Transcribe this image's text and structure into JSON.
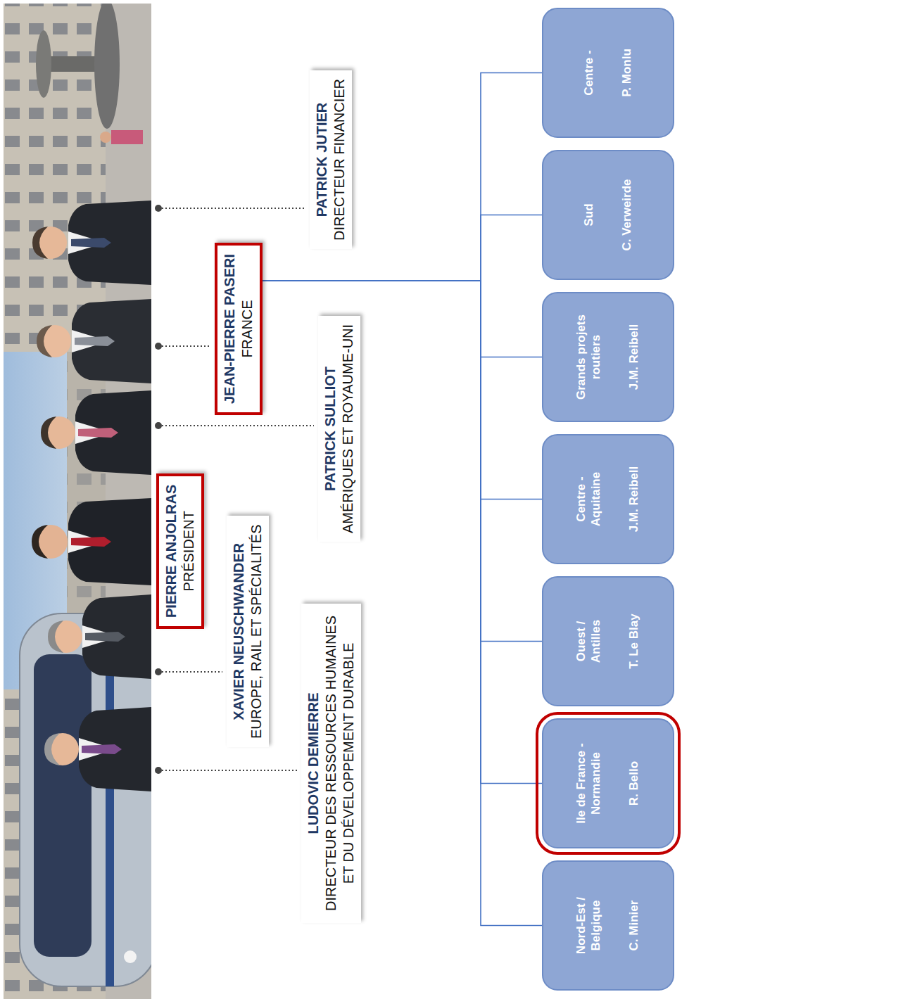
{
  "diagram": {
    "nodes": [
      {
        "text": [
          "LUDOVIC DEMIERRE",
          "DIRECTEUR DES RESSOURCES HUMAINES ET DU DÉVELOPPEMENT DURABLE"
        ]
      },
      {
        "text": [
          "XAVIER NEUSCHWANDER",
          "EUROPE, RAIL ET SPÉCIALITÉS"
        ]
      },
      {
        "text": [
          "PIERRE ANJOLRAS",
          "PRÉSIDENT"
        ]
      },
      {
        "text": [
          "PATRICK SULLIOT",
          "AMÉRIQUES ET ROYAUME-UNI"
        ]
      },
      {
        "text": [
          "JEAN-PIERRE PASERI",
          "FRANCE"
        ]
      },
      {
        "text": [
          "PATRICK JUTIER",
          "DIRECTEUR FINANCIER"
        ]
      },
      {
        "text": [
          "Nord-Est / Belgique",
          "C. Minier"
        ]
      },
      {
        "text": [
          "Ile de France - Normandie",
          "R. Bello"
        ]
      },
      {
        "text": [
          "Ouest / Antilles",
          "T. Le Blay"
        ]
      },
      {
        "text": [
          "Centre - Aquitaine",
          "J.M. Reibell"
        ]
      },
      {
        "text": [
          "Grands projets routiers",
          "J.M. Reibell"
        ]
      },
      {
        "text": [
          "Sud",
          "C. Verweirde"
        ]
      },
      {
        "text": [
          "Centre -",
          "P. Monlu"
        ]
      }
    ],
    "edges": [
      {
        "from": 4,
        "to": 6,
        "arrow": "none"
      },
      {
        "from": 4,
        "to": 7,
        "arrow": "none"
      },
      {
        "from": 4,
        "to": 8,
        "arrow": "none"
      },
      {
        "from": 4,
        "to": 9,
        "arrow": "none"
      },
      {
        "from": 4,
        "to": 10,
        "arrow": "none"
      },
      {
        "from": 4,
        "to": 11,
        "arrow": "none"
      },
      {
        "from": 4,
        "to": 12,
        "arrow": "none"
      }
    ]
  }
}
